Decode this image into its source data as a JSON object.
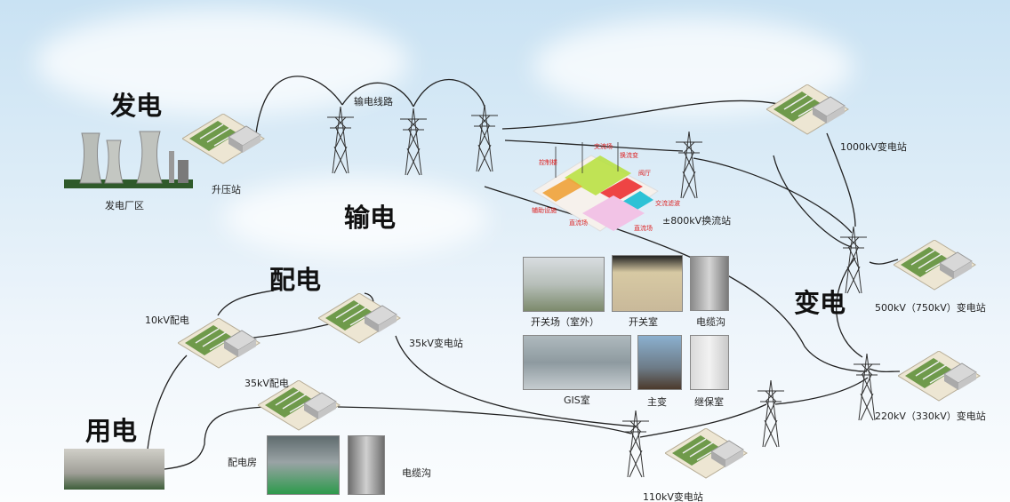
{
  "titles": {
    "generation": "发电",
    "transmission": "输电",
    "distribution": "配电",
    "transformation": "变电",
    "consumption": "用电"
  },
  "labels": {
    "power_plant": "发电厂区",
    "step_up_station": "升压站",
    "transmission_line": "输电线路",
    "uhv_station_1000kv": "1000kV变电站",
    "converter_station": "±800kV换流站",
    "station_500kv": "500kV（750kV）变电站",
    "station_220kv": "220kV（330kV）变电站",
    "station_110kv": "110kV变电站",
    "station_35kv": "35kV变电站",
    "dist_10kv": "10kV配电",
    "dist_35kv": "35kV配电",
    "distribution_room": "配电房",
    "cable_trench_bottom": "电缆沟"
  },
  "substation_photos": {
    "switchyard_outdoor": "开关场（室外）",
    "switch_room": "开关室",
    "cable_trench": "电缆沟",
    "gis_room": "GIS室",
    "main_transformer": "主变",
    "relay_room": "继保室"
  },
  "converter_annotations": {
    "a": "交流场",
    "b": "换流变",
    "c": "阀厅",
    "d": "直流场",
    "e": "控制楼",
    "f": "交流滤波",
    "g": "辅助设施",
    "h": "直流场"
  }
}
